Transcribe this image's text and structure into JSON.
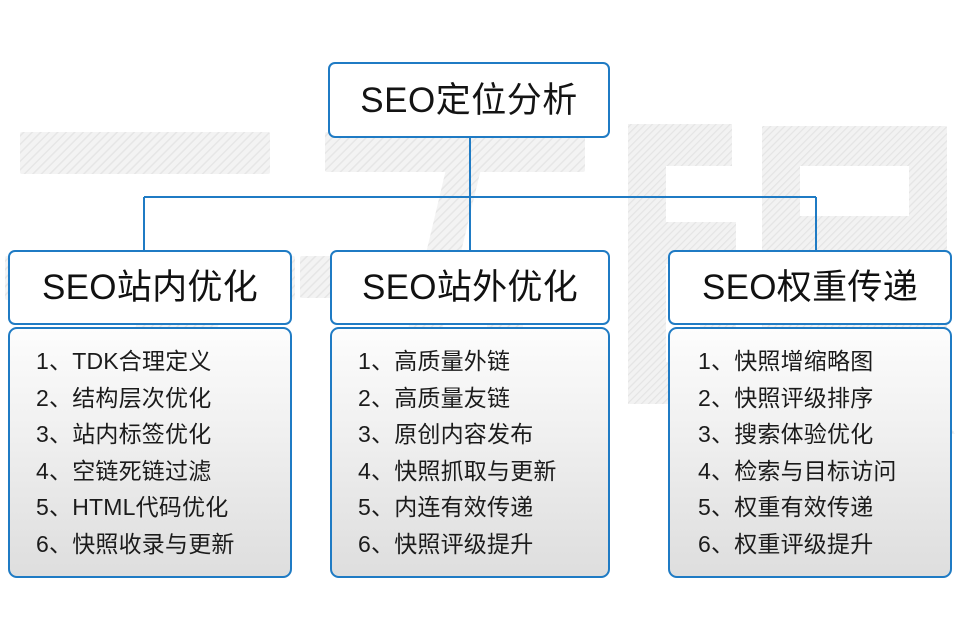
{
  "diagram": {
    "title": "SEO定位分析",
    "root": {
      "label": "SEO定位分析"
    },
    "watermark": {
      "text": "云无限"
    },
    "colors": {
      "border": "#1f7bc4",
      "text": "#141414",
      "body_background_top": "#fdfdfd",
      "body_background_bottom": "#dedede",
      "watermark": "#ededed",
      "page_background": "#ffffff"
    },
    "columns": [
      {
        "header": "SEO站内优化",
        "items": [
          "1、TDK合理定义",
          "2、结构层次优化",
          "3、站内标签优化",
          "4、空链死链过滤",
          "5、HTML代码优化",
          "6、快照收录与更新"
        ]
      },
      {
        "header": "SEO站外优化",
        "items": [
          "1、高质量外链",
          "2、高质量友链",
          "3、原创内容发布",
          "4、快照抓取与更新",
          "5、内连有效传递",
          "6、快照评级提升"
        ]
      },
      {
        "header": "SEO权重传递",
        "items": [
          "1、快照增缩略图",
          "2、快照评级排序",
          "3、搜索体验优化",
          "4、检索与目标访问",
          "5、权重有效传递",
          "6、权重评级提升"
        ]
      }
    ]
  }
}
